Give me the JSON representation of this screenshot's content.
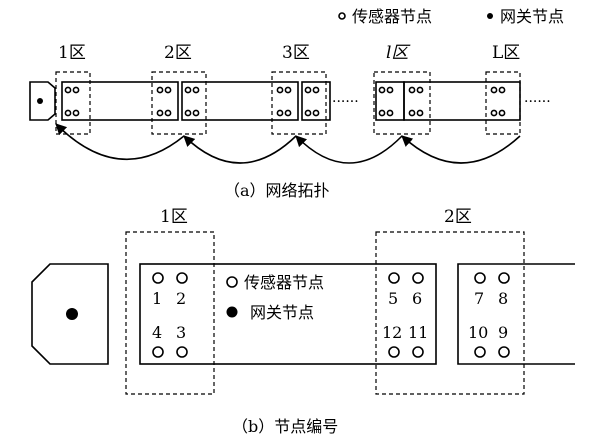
{
  "legend_top": {
    "sensor": "传感器节点",
    "gateway": "网关节点"
  },
  "part_a": {
    "zones": [
      "1区",
      "2区",
      "3区",
      "l区",
      "L区"
    ],
    "caption": "（a）网络拓扑",
    "ellipsis": "······"
  },
  "part_b": {
    "zones": [
      "1区",
      "2区"
    ],
    "legend": {
      "sensor": "传感器节点",
      "gateway": "网关节点"
    },
    "zone1_nodes": [
      "1",
      "2",
      "4",
      "3"
    ],
    "zone2_nodes": [
      "5",
      "6",
      "12",
      "11"
    ],
    "right_nodes": [
      "7",
      "8",
      "10",
      "9"
    ],
    "caption": "（b）节点编号"
  }
}
